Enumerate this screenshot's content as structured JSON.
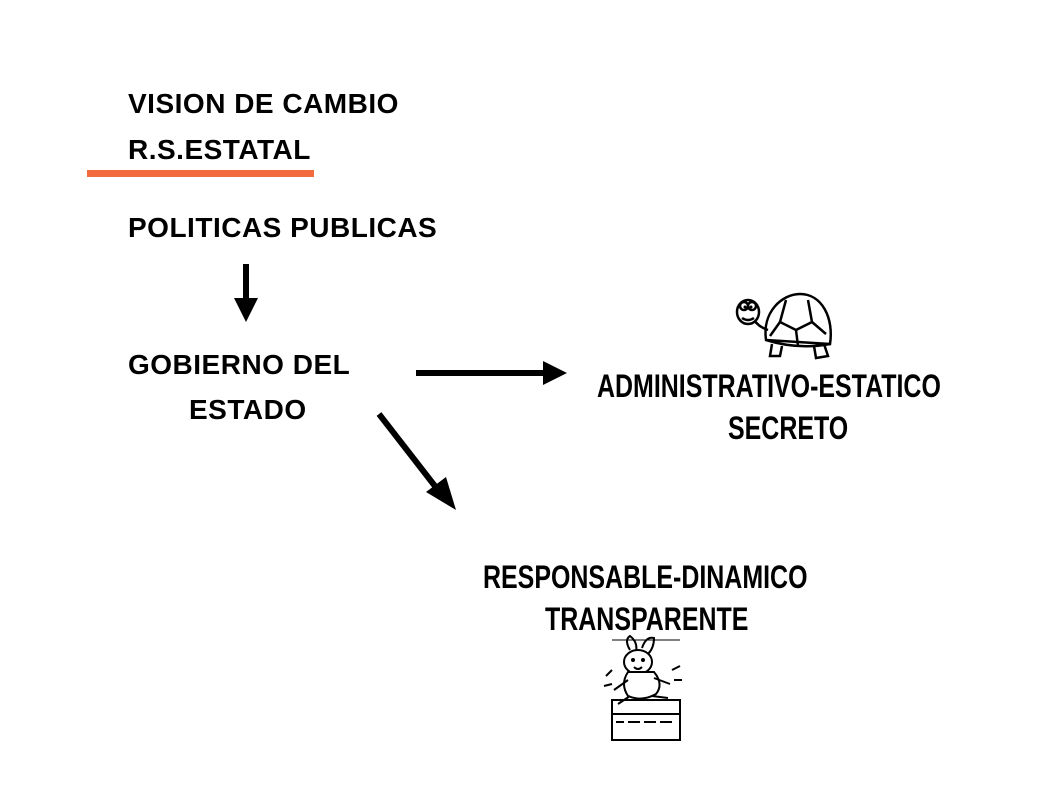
{
  "header": {
    "line1": "VISION DE CAMBIO",
    "line2": "R.S.ESTATAL"
  },
  "policies": "POLITICAS PUBLICAS",
  "government": {
    "line1": "GOBIERNO DEL",
    "line2": "ESTADO"
  },
  "static_branch": {
    "line1": "ADMINISTRATIVO-ESTATICO",
    "line2": "SECRETO",
    "icon": "turtle-icon"
  },
  "dynamic_branch": {
    "line1": "RESPONSABLE-DINAMICO",
    "line2": "TRANSPARENTE",
    "icon": "rabbit-hurdle-icon"
  },
  "colors": {
    "accent": "#f26a3d",
    "text": "#000000",
    "arrows": "#000000",
    "background": "#ffffff"
  }
}
